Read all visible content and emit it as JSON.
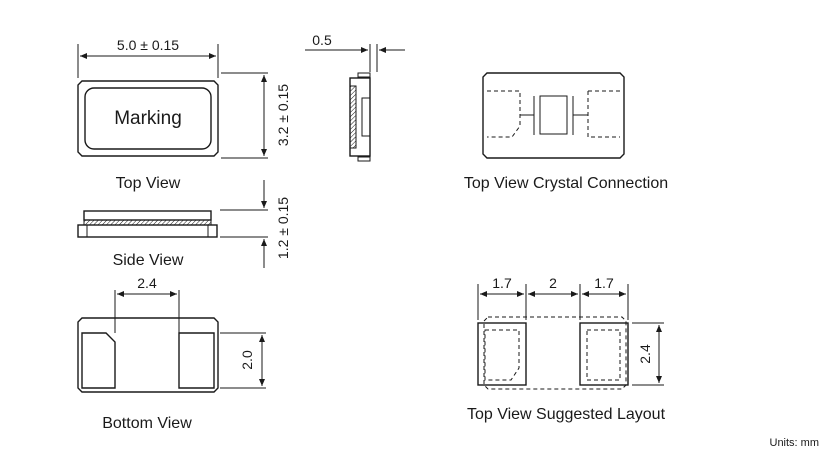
{
  "labels": {
    "marking": "Marking",
    "top_view": "Top View",
    "side_view": "Side View",
    "bottom_view": "Bottom View",
    "crystal_connection": "Top View Crystal Connection",
    "suggested_layout": "Top View Suggested Layout",
    "units": "Units: mm"
  },
  "dimensions": {
    "length": "5.0 ± 0.15",
    "width": "3.2 ± 0.15",
    "height": "1.2 ± 0.15",
    "side_thickness": "0.5",
    "pad_spacing": "2.4",
    "pad_height": "2.0",
    "layout_pad_1": "1.7",
    "layout_gap": "2",
    "layout_pad_2": "1.7",
    "layout_height": "2.4"
  }
}
